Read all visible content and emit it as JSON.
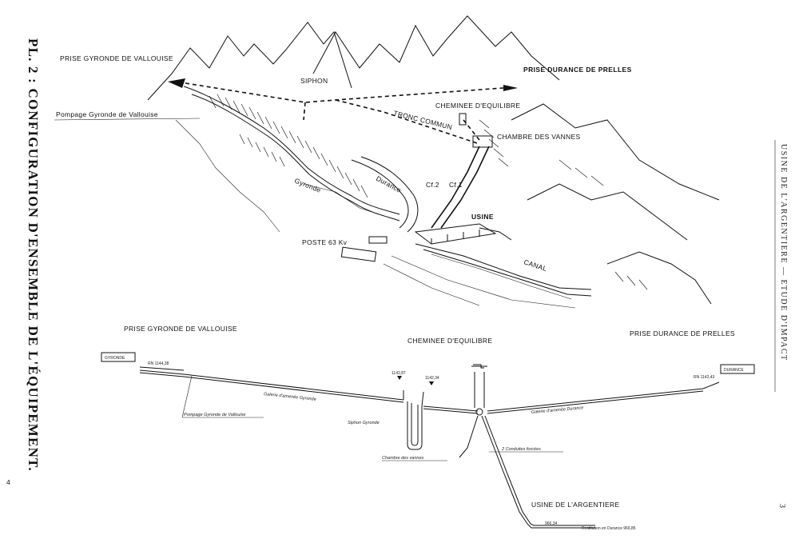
{
  "plate_title": "PL. 2 : CONFIGURATION D'ENSEMBLE DE L'ÉQUIPEMENT.",
  "side_header": "USINE DE L'ARGENTIERE — ETUDE D'IMPACT",
  "page_number": "3",
  "corner_mark": "4",
  "perspective": {
    "prise_gyronde": "PRISE GYRONDE DE VALLOUISE",
    "pompage": "Pompage Gyronde de Vallouise",
    "siphon": "SIPHON",
    "prise_durance": "PRISE DURANCE DE PRELLES",
    "cheminee": "CHEMINEE D'EQUILIBRE",
    "tronc_commun": "TRONC COMMUN",
    "chambre": "CHAMBRE DES VANNES",
    "gyronde_river": "Gyronde",
    "durance_river": "Durance",
    "cf2": "Cf.2",
    "cf1": "Cf.1",
    "usine": "USINE",
    "poste": "POSTE 63 Kv",
    "canal": "CANAL"
  },
  "profile": {
    "prise_gyronde": "PRISE GYRONDE DE VALLOUISE",
    "cheminee": "CHEMINEE D'EQUILIBRE",
    "prise_durance": "PRISE DURANCE DE PRELLES",
    "gyronde_box": "GYRONDE",
    "durance_box": "DURANCE",
    "rn_left": "RN 1144,38",
    "rn_right": "RN 1142,43",
    "elev_1": "1142,87",
    "elev_2": "1142,34",
    "galerie_gyronde": "Galerie d'amenée Gyronde",
    "galerie_durance": "Galerie d'amenée Durance",
    "pompage": "Pompage Gyronde de Vallouise",
    "siphon": "Siphon Gyronde",
    "chambre": "Chambre des vannes",
    "conduites": "2 Conduites forcées",
    "usine": "USINE DE L'ARGENTIERE",
    "restitution": "Restitution en Durance 966,85",
    "elev_usine": "966,34"
  }
}
